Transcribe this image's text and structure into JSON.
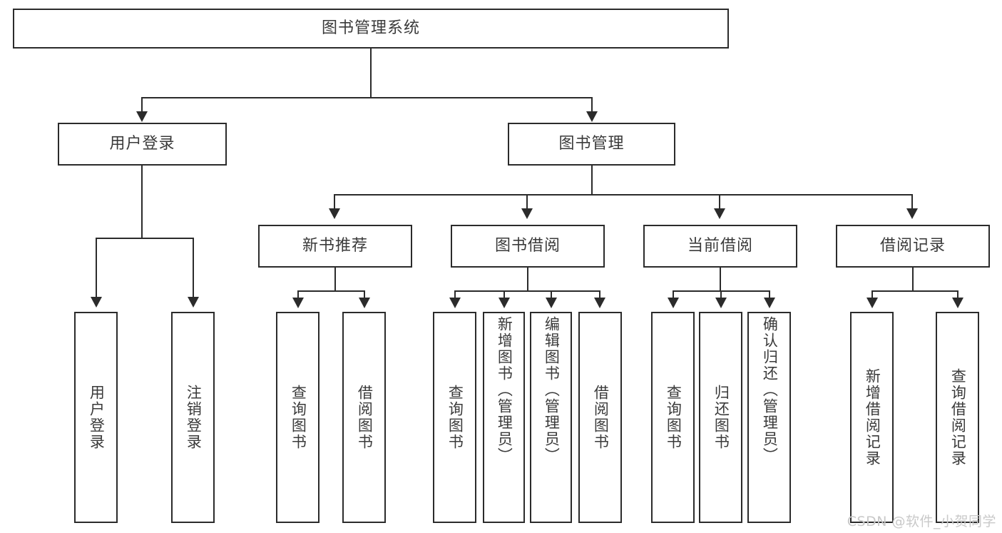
{
  "diagram": {
    "type": "tree",
    "title": "图书管理系统",
    "watermark": "CSDN @软件_小贺同学",
    "colors": {
      "stroke": "#2b2b2b",
      "text": "#3a3a3a",
      "background": "#ffffff",
      "watermark": "#c9c9c9"
    },
    "root": {
      "label": "图书管理系统"
    },
    "level2": [
      {
        "label": "用户登录"
      },
      {
        "label": "图书管理"
      }
    ],
    "level3": [
      {
        "label": "新书推荐"
      },
      {
        "label": "图书借阅"
      },
      {
        "label": "当前借阅"
      },
      {
        "label": "借阅记录"
      }
    ],
    "leaves": {
      "user_login": [
        {
          "label": "用户登录"
        },
        {
          "label": "注销登录"
        }
      ],
      "new_book": [
        {
          "label": "查询图书"
        },
        {
          "label": "借阅图书"
        }
      ],
      "book_borrow": [
        {
          "label": "查询图书"
        },
        {
          "label": "新增图书（管理员）"
        },
        {
          "label": "编辑图书（管理员）"
        },
        {
          "label": "借阅图书"
        }
      ],
      "current_borrow": [
        {
          "label": "查询图书"
        },
        {
          "label": "归还图书"
        },
        {
          "label": "确认归还（管理员）"
        }
      ],
      "borrow_record": [
        {
          "label": "新增借阅记录"
        },
        {
          "label": "查询借阅记录"
        }
      ]
    }
  }
}
